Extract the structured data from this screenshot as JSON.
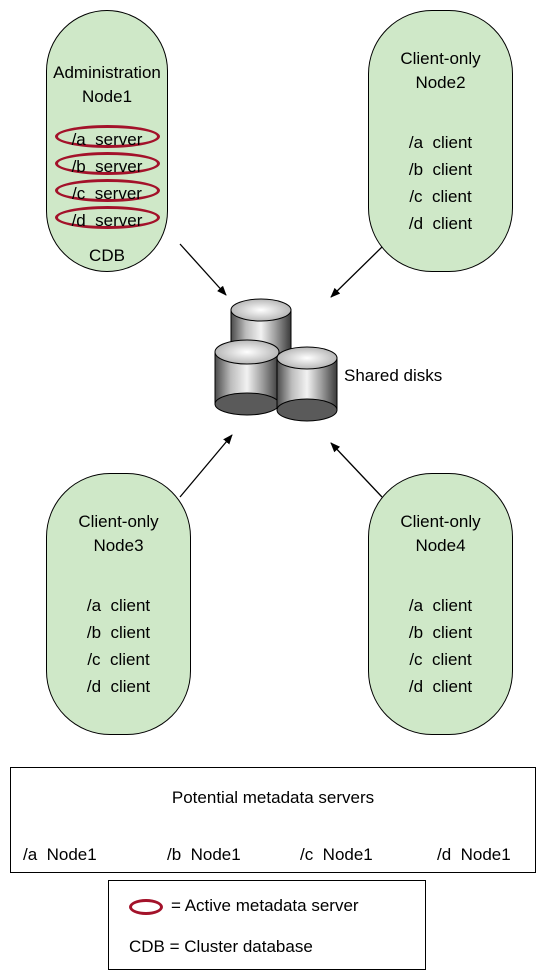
{
  "nodes": [
    {
      "title": "Administration Node1",
      "mounts": [
        {
          "text": "/a  server",
          "active": true
        },
        {
          "text": "/b  server",
          "active": true
        },
        {
          "text": "/c  server",
          "active": true
        },
        {
          "text": "/d  server",
          "active": true
        }
      ],
      "footer": "CDB"
    },
    {
      "title": "Client-only Node2",
      "mounts": [
        {
          "text": "/a  client"
        },
        {
          "text": "/b  client"
        },
        {
          "text": "/c  client"
        },
        {
          "text": "/d  client"
        }
      ]
    },
    {
      "title": "Client-only Node3",
      "mounts": [
        {
          "text": "/a  client"
        },
        {
          "text": "/b  client"
        },
        {
          "text": "/c  client"
        },
        {
          "text": "/d  client"
        }
      ]
    },
    {
      "title": "Client-only Node4",
      "mounts": [
        {
          "text": "/a  client"
        },
        {
          "text": "/b  client"
        },
        {
          "text": "/c  client"
        },
        {
          "text": "/d  client"
        }
      ]
    }
  ],
  "shared_disks_label": "Shared disks",
  "metadata_servers": {
    "title": "Potential metadata servers",
    "items": [
      "/a  Node1",
      "/b  Node1",
      "/c  Node1",
      "/d  Node1"
    ]
  },
  "legend": {
    "active_label": "= Active metadata server",
    "cdb_label": "CDB = Cluster database"
  },
  "colors": {
    "node_fill": "#cfe8c8",
    "active_ring": "#a3122a"
  }
}
